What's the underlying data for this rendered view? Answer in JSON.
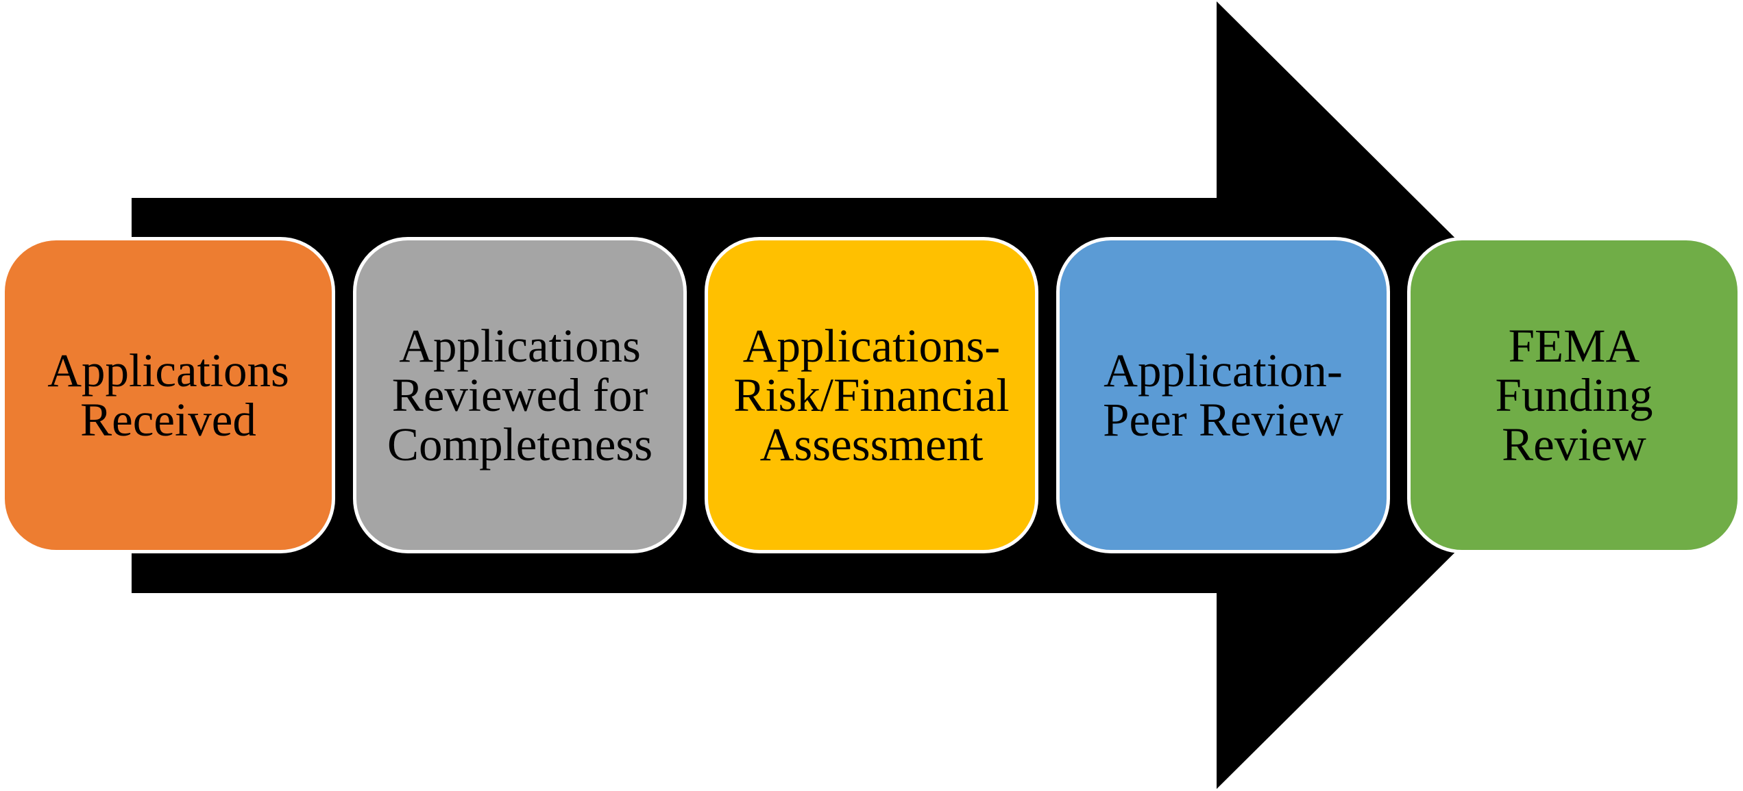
{
  "steps": [
    {
      "label": "Applications\nReceived",
      "color": "#ED7D31"
    },
    {
      "label": "Applications\nReviewed for\nCompleteness",
      "color": "#A5A5A5"
    },
    {
      "label": "Applications-\nRisk/Financial\nAssessment",
      "color": "#FFC000"
    },
    {
      "label": "Application-\nPeer Review",
      "color": "#5B9BD5"
    },
    {
      "label": "FEMA\nFunding\nReview",
      "color": "#70AD47"
    }
  ],
  "arrow_color": "#000000"
}
